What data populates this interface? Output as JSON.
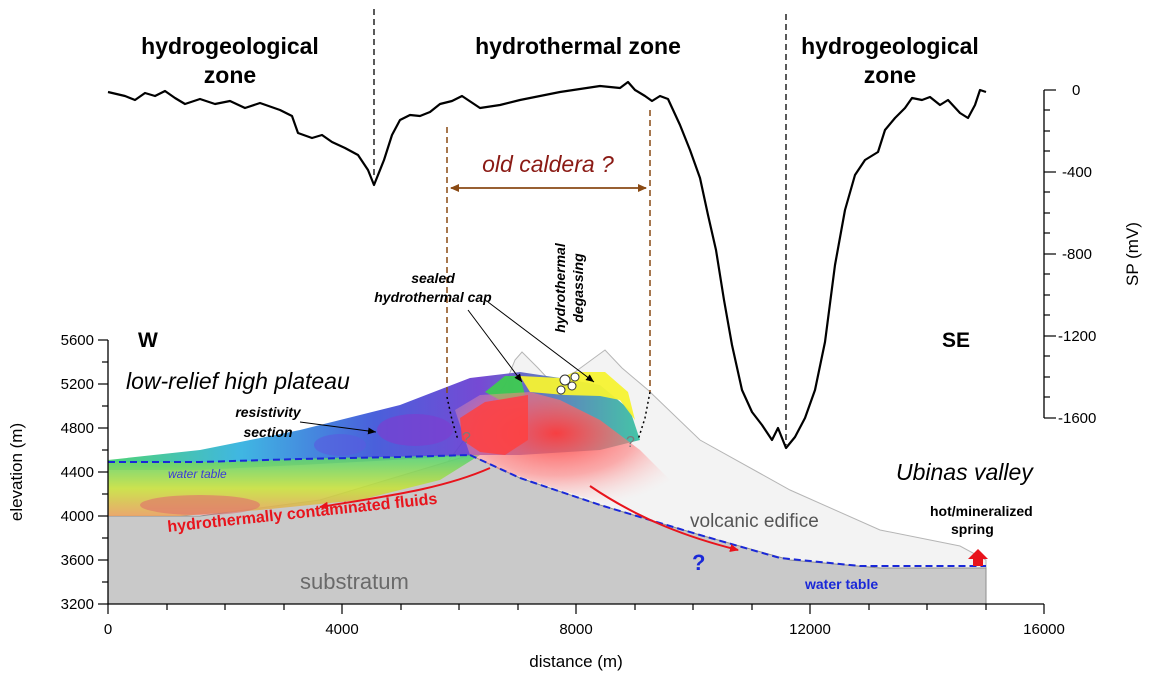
{
  "zones": {
    "left": [
      "hydrogeological",
      "zone"
    ],
    "center": "hydrothermal zone",
    "right": [
      "hydrogeological",
      "zone"
    ]
  },
  "sp_axis": {
    "label": "SP (mV)",
    "ticks": [
      "0",
      "-400",
      "-800",
      "-1200",
      "-1600"
    ]
  },
  "elevation_axis": {
    "label": "elevation (m)",
    "ticks": [
      "5600",
      "5200",
      "4800",
      "4400",
      "4000",
      "3600",
      "3200"
    ]
  },
  "distance_axis": {
    "label": "distance (m)",
    "ticks": [
      "0",
      "4000",
      "8000",
      "12000",
      "16000"
    ]
  },
  "labels": {
    "old_caldera": "old caldera ?",
    "west": "W",
    "southeast": "SE",
    "plateau": "low-relief high plateau",
    "resistivity": [
      "resistivity",
      "section"
    ],
    "sealed_cap": [
      "sealed",
      "hydrothermal cap"
    ],
    "degassing": [
      "hydrothermal",
      "degassing"
    ],
    "water_table_left": "water table",
    "contaminated": "hydrothermally contaminated  fluids",
    "volcanic_edifice": "volcanic edifice",
    "substratum": "substratum",
    "ubinas_valley": "Ubinas valley",
    "spring": [
      "hot/mineralized",
      "spring"
    ],
    "water_table_right": "water table",
    "question_blue": "?",
    "question_grey": "?"
  },
  "colors": {
    "caldera": "#8a1a14",
    "fluid_arrow": "#e8141c",
    "water_table": "#1a28d8",
    "substratum": "#c8c8c8",
    "edifice": "#f2f2f2"
  }
}
